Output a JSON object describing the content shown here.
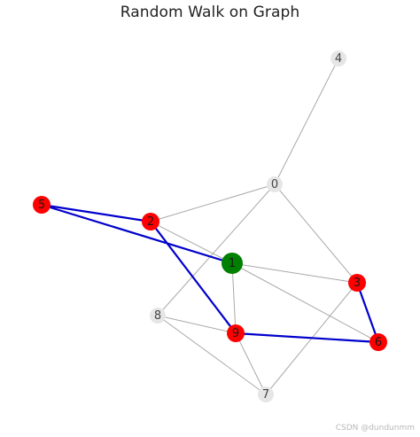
{
  "title": "Random Walk on Graph",
  "watermark": "CSDN @dundunmm",
  "colors": {
    "background": "#ffffff",
    "edge": "#a9a9a9",
    "walk_edge": "#0000cc",
    "node_default": "#e6e6e6",
    "node_visited": "#ff0000",
    "node_start": "#008000",
    "label_default": "#444444",
    "label_on_colored": "#1a1a1a"
  },
  "nodes": [
    {
      "id": "0",
      "label": "0",
      "state": "default"
    },
    {
      "id": "1",
      "label": "1",
      "state": "start"
    },
    {
      "id": "2",
      "label": "2",
      "state": "visited"
    },
    {
      "id": "3",
      "label": "3",
      "state": "visited"
    },
    {
      "id": "4",
      "label": "4",
      "state": "default"
    },
    {
      "id": "5",
      "label": "5",
      "state": "visited"
    },
    {
      "id": "6",
      "label": "6",
      "state": "visited"
    },
    {
      "id": "7",
      "label": "7",
      "state": "default"
    },
    {
      "id": "8",
      "label": "8",
      "state": "default"
    },
    {
      "id": "9",
      "label": "9",
      "state": "visited"
    }
  ],
  "edges": [
    [
      "0",
      "4"
    ],
    [
      "0",
      "2"
    ],
    [
      "0",
      "3"
    ],
    [
      "0",
      "8"
    ],
    [
      "2",
      "1"
    ],
    [
      "1",
      "3"
    ],
    [
      "1",
      "9"
    ],
    [
      "1",
      "6"
    ],
    [
      "8",
      "9"
    ],
    [
      "8",
      "7"
    ],
    [
      "9",
      "7"
    ],
    [
      "3",
      "7"
    ]
  ],
  "walk": [
    "1",
    "5",
    "2",
    "9",
    "6",
    "3"
  ]
}
